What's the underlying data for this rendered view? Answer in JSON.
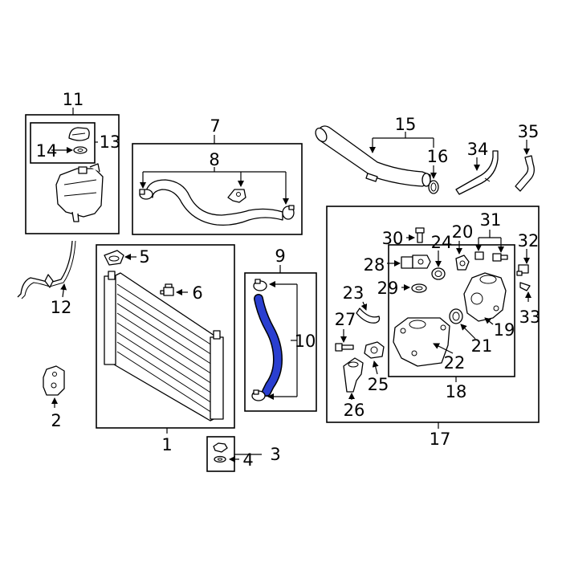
{
  "labels": {
    "p1": "1",
    "p2": "2",
    "p3": "3",
    "p4": "4",
    "p5": "5",
    "p6": "6",
    "p7": "7",
    "p8": "8",
    "p9": "9",
    "p10": "10",
    "p11": "11",
    "p12": "12",
    "p13": "13",
    "p14": "14",
    "p15": "15",
    "p16": "16",
    "p17": "17",
    "p18": "18",
    "p19": "19",
    "p20": "20",
    "p21": "21",
    "p22": "22",
    "p23": "23",
    "p24": "24",
    "p25": "25",
    "p26": "26",
    "p27": "27",
    "p28": "28",
    "p29": "29",
    "p30": "30",
    "p31": "31",
    "p32": "32",
    "p33": "33",
    "p34": "34",
    "p35": "35"
  },
  "colors": {
    "highlight": "#2a3fd0",
    "line": "#000000",
    "background": "#ffffff"
  }
}
